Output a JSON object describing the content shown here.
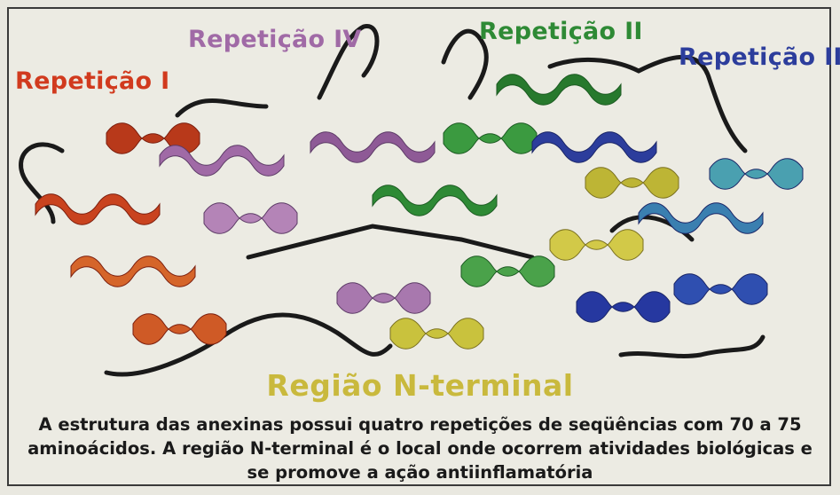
{
  "labels": {
    "repeat_1": "Repetição I",
    "repeat_4": "Repetição IV",
    "repeat_2": "Repetição II",
    "repeat_3": "Repetição III",
    "n_terminal": "Região N-terminal"
  },
  "caption": "A estrutura das anexinas possui quatro repetições de seqüências com 70 a 75 aminoácidos. A região N-terminal é o local onde ocorrem atividades biológicas e se promove a ação antiinflamatória",
  "colors": {
    "repeat_1": "#d13a1e",
    "repeat_4": "#a06aa6",
    "repeat_2": "#2e8a35",
    "repeat_3": "#2c3d9c",
    "n_terminal": "#c9b93d",
    "coil": "#1a1a1a"
  }
}
